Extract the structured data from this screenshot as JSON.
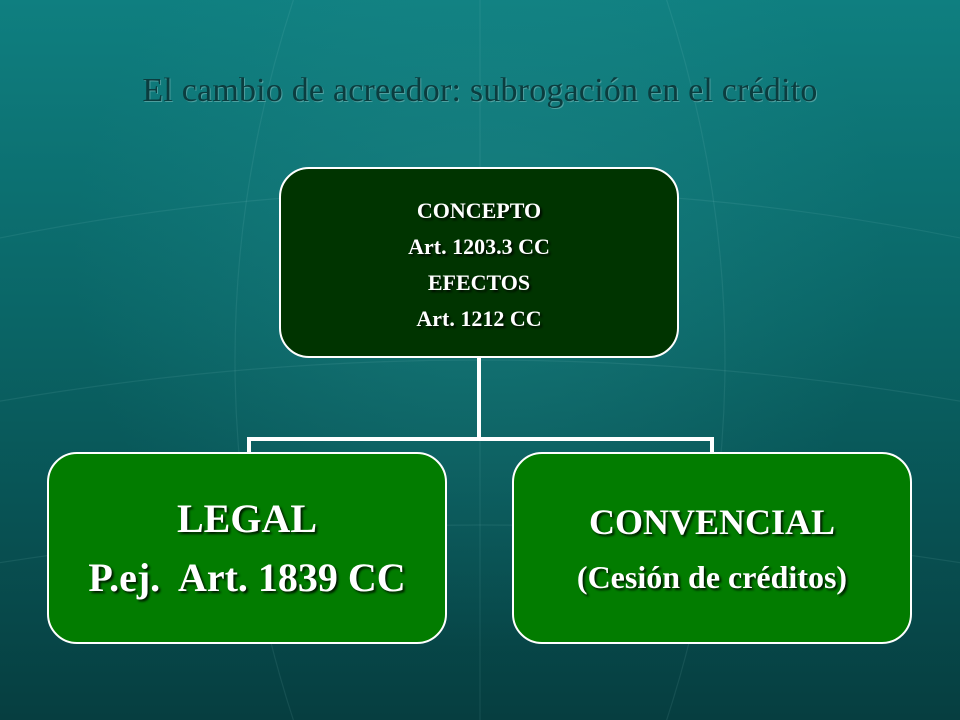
{
  "slide": {
    "title": "El cambio de acreedor: subrogación en el crédito"
  },
  "diagram": {
    "root": {
      "lines": [
        "CONCEPTO",
        "Art. 1203.3 CC",
        "EFECTOS",
        "Art. 1212 CC"
      ]
    },
    "children": [
      {
        "line1": "LEGAL",
        "line2": "P.ej.  Art. 1839 CC"
      },
      {
        "line1": "CONVENCIAL",
        "line2": "(Cesión de créditos)"
      }
    ]
  },
  "colors": {
    "background_top": "#0f7f80",
    "background_bottom": "#063e40",
    "root_fill": "#003400",
    "child_fill": "#027c00",
    "title_text": "#0b3d3f",
    "connector": "#ffffff"
  }
}
